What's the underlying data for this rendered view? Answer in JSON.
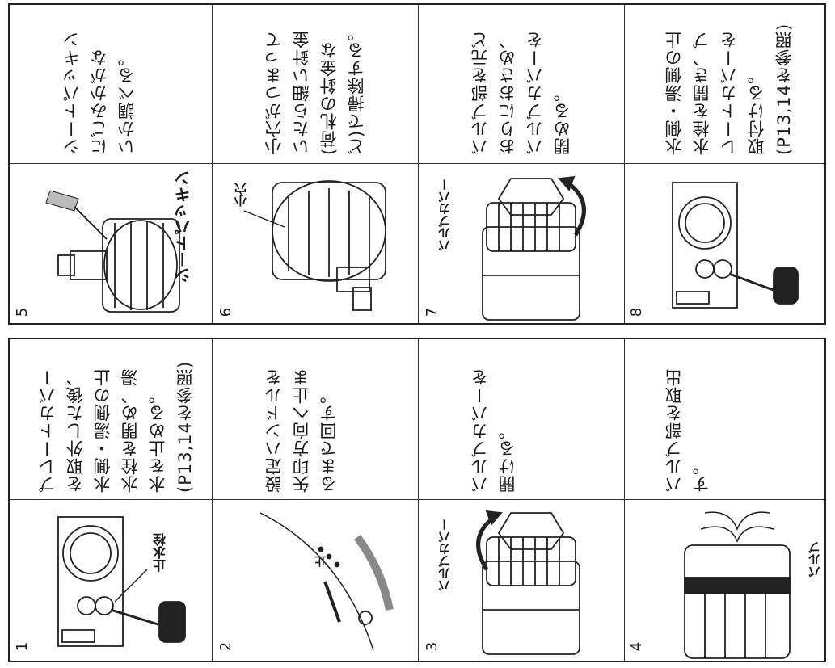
{
  "top_steps": [
    {
      "num": "5",
      "text": "シートパッキン\nにごみかがな\nいか調べる。",
      "label": "シートパッキン"
    },
    {
      "num": "6",
      "text": "小穴がつまって\nいたら細い針金\n(荷札の針金な\nど)で掃除する。",
      "label": "小穴"
    },
    {
      "num": "7",
      "text": "バルブ部を元ど\nおりにおさめ、\nバルブカバーを\n閉める。",
      "label": "バルブカバー"
    },
    {
      "num": "8",
      "text": "水側・湯側の止\n水栓を開き、プ\nレートカバーを\n取付ける。\n(P13,14を参照)",
      "label": ""
    }
  ],
  "bottom_steps": [
    {
      "num": "1",
      "text": "プレートカバー\nを取外した後、\n水側・湯側の止\n水栓を閉め、湯\n水を止める。\n(P13,14を参照)",
      "label": "止水栓"
    },
    {
      "num": "2",
      "text": "設定ハンドルを\n矢印方向へ止ま\nるまで回す。",
      "label": "止"
    },
    {
      "num": "3",
      "text": "バルブカバーを\n開ける。",
      "label": "バルブカバー"
    },
    {
      "num": "4",
      "text": "バルブ部を取出\nす。",
      "label": "バルブ"
    }
  ]
}
